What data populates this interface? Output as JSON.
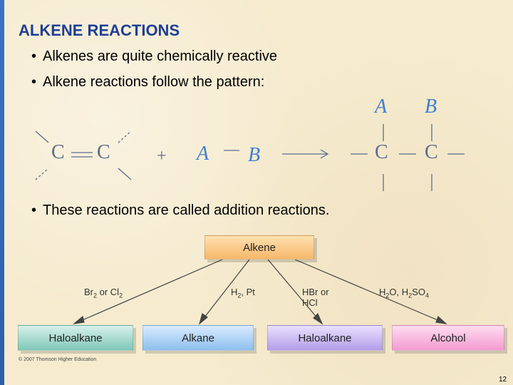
{
  "title": "ALKENE REACTIONS",
  "bullets": [
    "Alkenes are quite chemically reactive",
    "Alkene reactions follow the pattern:",
    "These reactions are called addition reactions."
  ],
  "bullet_glyph": "•",
  "equation": {
    "reactant_atoms": [
      "C",
      "C"
    ],
    "plus": "+",
    "reagent_a": "A",
    "reagent_b": "B",
    "product_atoms": [
      "C",
      "C"
    ],
    "product_a": "A",
    "product_b": "B"
  },
  "flowchart": {
    "source": "Alkene",
    "products": [
      "Haloalkane",
      "Alkane",
      "Haloalkane",
      "Alcohol"
    ],
    "reagents": [
      {
        "html": "Br<sub>2</sub> or Cl<sub>2</sub>"
      },
      {
        "html": "H<sub>2</sub>, Pt"
      },
      {
        "line1": "HBr or",
        "line2": "HCl"
      },
      {
        "html": "H<sub>2</sub>O, H<sub>2</sub>SO<sub>4</sub>"
      }
    ]
  },
  "copyright": "© 2007 Thomson Higher Education",
  "page_number": "12",
  "colors": {
    "title": "#1f3f96",
    "accent_bar": "#2d5fa8",
    "reagent_letters": "#3f7fd1"
  }
}
